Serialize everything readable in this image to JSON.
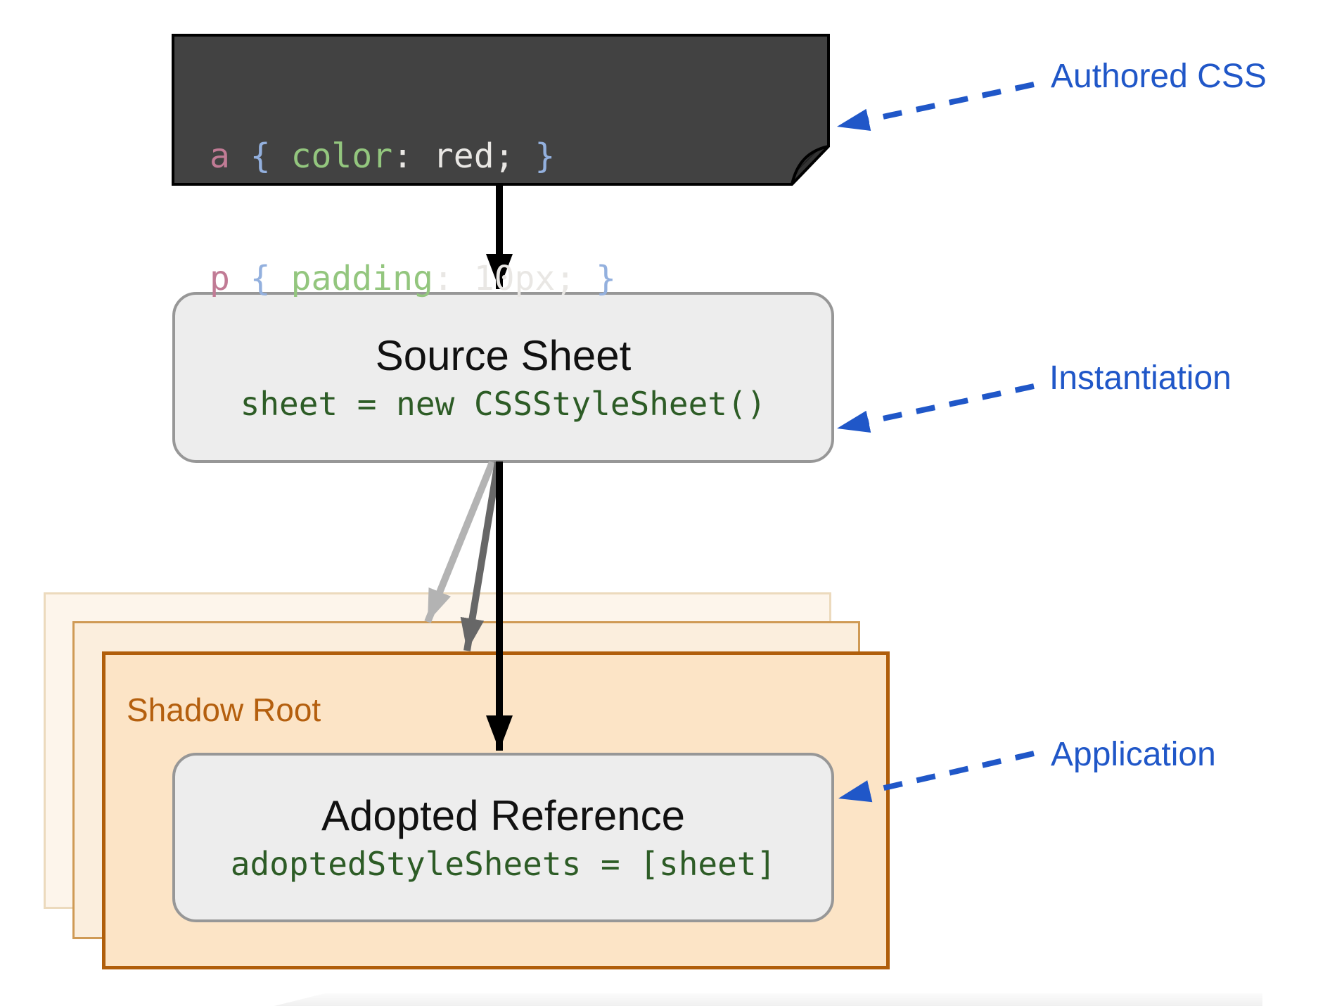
{
  "diagram": {
    "authored_block": {
      "lines": [
        {
          "selector": "a ",
          "brace_open": "{ ",
          "property": "color",
          "remainder": ": red; ",
          "brace_close": "}"
        },
        {
          "selector": "p ",
          "brace_open": "{ ",
          "property": "padding",
          "remainder": ": 10px; ",
          "brace_close": "}"
        }
      ]
    },
    "source_sheet": {
      "title": "Source Sheet",
      "code": "sheet = new CSSStyleSheet()"
    },
    "shadow_root": {
      "label": "Shadow Root"
    },
    "adopted_reference": {
      "title": "Adopted Reference",
      "code": "adoptedStyleSheets = [sheet]"
    },
    "annotations": {
      "authored": "Authored CSS",
      "instantiation": "Instantiation",
      "application": "Application"
    },
    "colors": {
      "annotation_blue": "#2057c8",
      "code_slab_background": "#424242",
      "selector_pink": "#c17b95",
      "brace_blue": "#93b0de",
      "property_green": "#93c67e",
      "code_value_white": "#e9e7e4",
      "panel_code_green": "#2d5c26",
      "shadow_root_orange": "#b45f0e",
      "shadow_front_fill": "#fce4c6",
      "shadow_middle_fill": "#fbeedd",
      "shadow_back_fill": "#fdf5eb",
      "panel_fill": "#ededed",
      "panel_border": "#979797",
      "arrow_black": "#000000",
      "arrow_gray_light": "#b3b3b3",
      "arrow_gray_dark": "#676767"
    }
  }
}
